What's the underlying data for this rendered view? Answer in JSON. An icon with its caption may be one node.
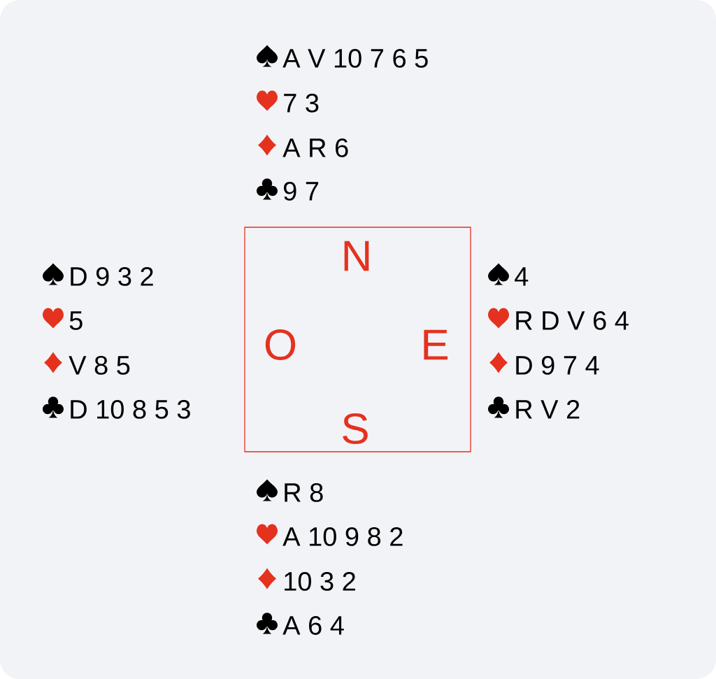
{
  "diagram": {
    "nodes": [
      {
        "text": [
          "N",
          "O",
          "E",
          "S"
        ]
      }
    ],
    "labels": [
      "A V 10 7 6 5",
      "7 3",
      "A R 6",
      "9 7",
      "D 9 3 2",
      "5",
      "V 8 5",
      "D 10 8 5 3",
      "4",
      "R D V 6 4",
      "D 9 7 4",
      "R V 2",
      "R 8",
      "A 10 9 8 2",
      "10 3 2",
      "A 6 4"
    ]
  }
}
